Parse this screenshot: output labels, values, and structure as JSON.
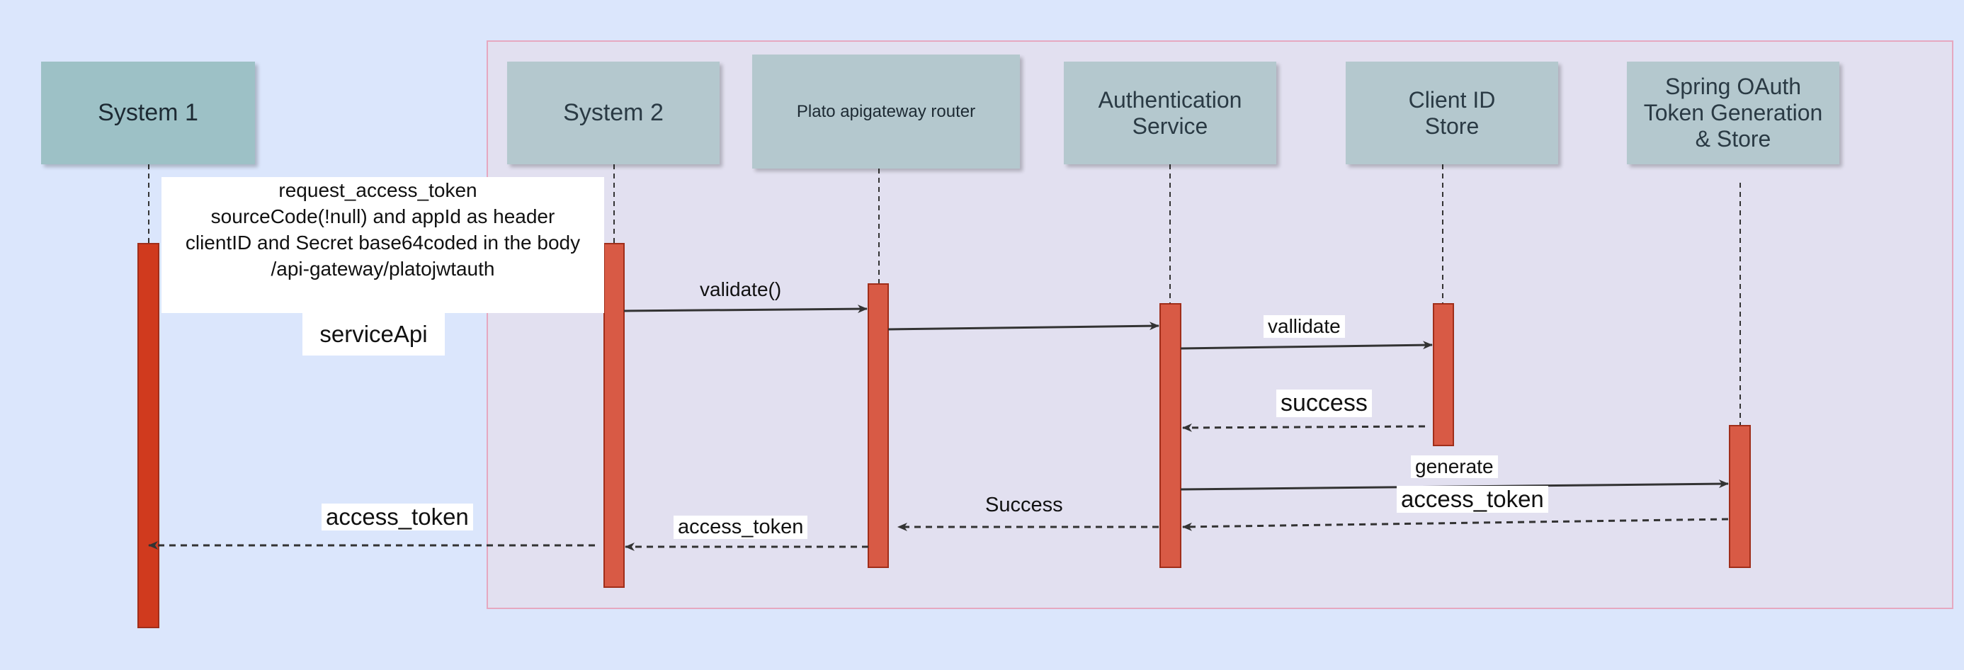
{
  "participants": [
    {
      "id": "system1",
      "label": "System 1"
    },
    {
      "id": "system2",
      "label": "System 2"
    },
    {
      "id": "router",
      "label": "Plato apigateway router"
    },
    {
      "id": "auth",
      "label": "Authentication\nService"
    },
    {
      "id": "clientid",
      "label": "Client ID\nStore"
    },
    {
      "id": "oauth",
      "label": "Spring OAuth\nToken Generation\n& Store"
    }
  ],
  "request_note": {
    "line1": "request_access_token",
    "line2": "sourceCode(!null) and appId as header",
    "line3": "clientID and Secret base64coded in the body",
    "line4": "/api-gateway/platojwtauth"
  },
  "service_api_label": "serviceApi",
  "messages": {
    "validate": "validate()",
    "vallidate": "vallidate",
    "success_lower": "success",
    "generate": "generate",
    "access_token_from_oauth": "access_token",
    "success_upper": "Success",
    "access_token_to_system2": "access_token",
    "access_token_to_system1": "access_token"
  },
  "colors": {
    "background": "#dbe6fc",
    "group_fill": "#e2e0f0",
    "group_border": "#e6a8c0",
    "participant_primary": "#9dc1c6",
    "participant_secondary": "#b4c8ce",
    "activation_dark": "#d03a1e",
    "activation": "#d85a45",
    "activation_border": "#a02e1a",
    "arrow": "#333333"
  }
}
